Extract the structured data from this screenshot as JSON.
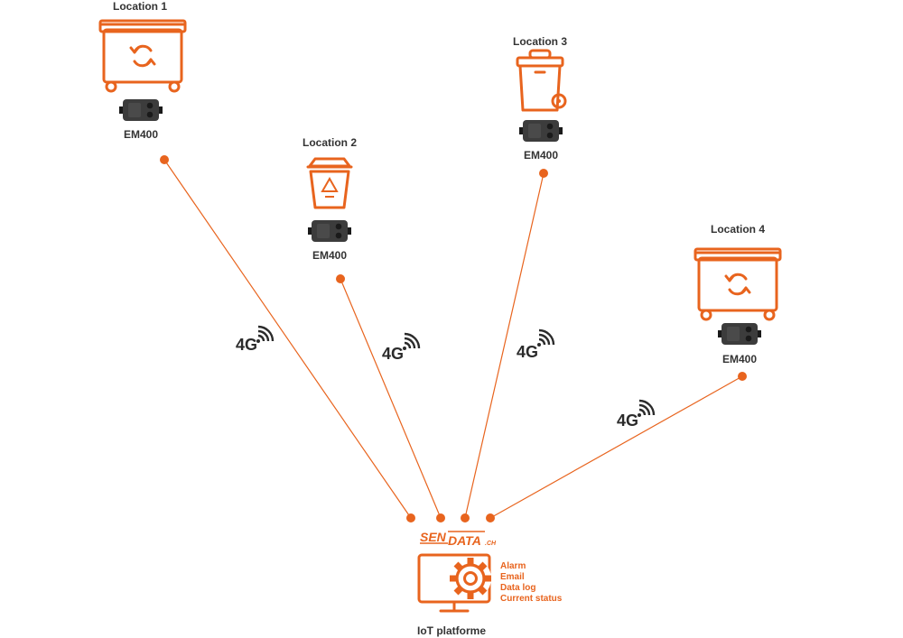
{
  "locations": [
    {
      "label": "Location 1",
      "bin": "dumpster",
      "sensor": "EM400"
    },
    {
      "label": "Location 2",
      "bin": "recycle-bin",
      "sensor": "EM400"
    },
    {
      "label": "Location 3",
      "bin": "wheelie-bin",
      "sensor": "EM400"
    },
    {
      "label": "Location 4",
      "bin": "dumpster",
      "sensor": "EM400"
    }
  ],
  "links": [
    {
      "label": "4G",
      "icon": "signal-icon"
    },
    {
      "label": "4G",
      "icon": "signal-icon"
    },
    {
      "label": "4G",
      "icon": "signal-icon"
    },
    {
      "label": "4G",
      "icon": "signal-icon"
    }
  ],
  "platform": {
    "brand_left": "SEN",
    "brand_right": "DATA",
    "brand_suffix": ".CH",
    "features": [
      "Alarm",
      "Email",
      "Data log",
      "Current status"
    ],
    "caption": "IoT platforme"
  },
  "colors": {
    "accent": "#e8641e",
    "text": "#333333",
    "device": "#3c3c3c"
  }
}
